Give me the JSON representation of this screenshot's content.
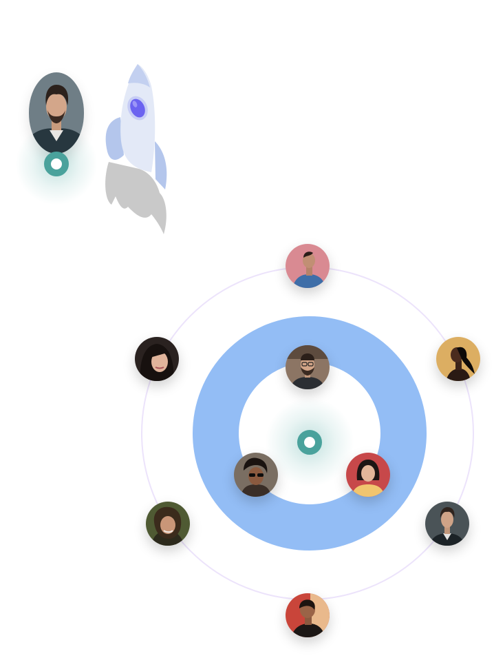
{
  "featured": {
    "avatar": "man-beard-dark-jacket",
    "pin_color": "#4aa29c"
  },
  "rocket": {
    "icon": "rocket-icon",
    "body_color": "#e3e9f7",
    "fin_color": "#b4c6ec",
    "window_color": "#6b63f0",
    "shadow_color": "#c9c9c9"
  },
  "orbit": {
    "ring_color": "#93bdf5",
    "orbit_line_color": "#ece3fb",
    "center_pin_color": "#4aa29c",
    "outer_avatars": [
      {
        "name": "avatar-outer-top",
        "portrait": "man-profile-denim-shirt-pink-bg"
      },
      {
        "name": "avatar-outer-upper-right",
        "portrait": "woman-profile-ponytail-yellow-bg"
      },
      {
        "name": "avatar-outer-lower-right",
        "portrait": "man-dark-jacket"
      },
      {
        "name": "avatar-outer-bottom",
        "portrait": "man-back-red-bg"
      },
      {
        "name": "avatar-outer-lower-left",
        "portrait": "woman-curly-hair-green-bg"
      },
      {
        "name": "avatar-outer-upper-left",
        "portrait": "woman-long-dark-hair"
      }
    ],
    "inner_avatars": [
      {
        "name": "avatar-inner-top",
        "portrait": "man-glasses-beard"
      },
      {
        "name": "avatar-inner-left",
        "portrait": "woman-sunglasses"
      },
      {
        "name": "avatar-inner-right",
        "portrait": "woman-yellow-top-red-bg"
      }
    ]
  }
}
